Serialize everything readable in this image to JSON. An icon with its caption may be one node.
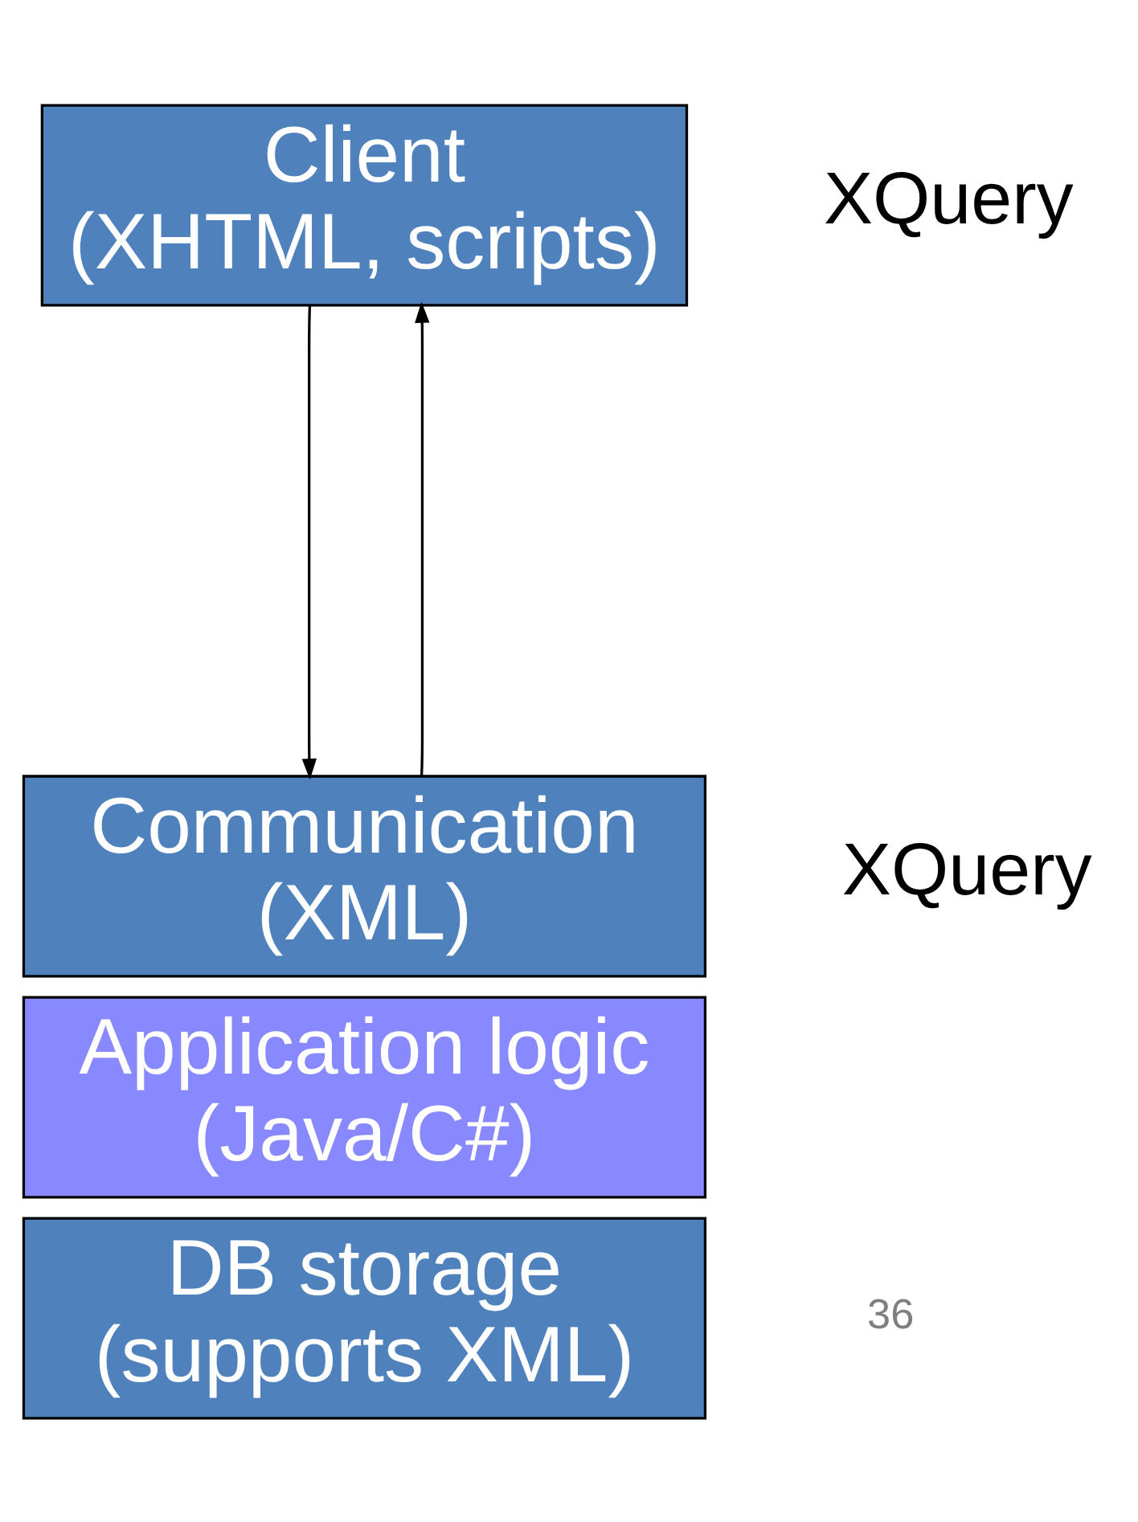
{
  "diagram": {
    "nodes": [
      {
        "text": [
          "Client (XHTML, scripts)"
        ]
      },
      {
        "text": [
          "Communication (XML)"
        ]
      },
      {
        "text": [
          "Application logic (Java/C#)"
        ]
      },
      {
        "text": [
          "DB storage (supports XML)"
        ]
      }
    ],
    "edges": [
      {
        "from": 0,
        "to": 1,
        "arrow": "to"
      },
      {
        "from": 1,
        "to": 0,
        "arrow": "to"
      }
    ],
    "labels": [
      "XQuery",
      "XQuery",
      "36"
    ]
  }
}
